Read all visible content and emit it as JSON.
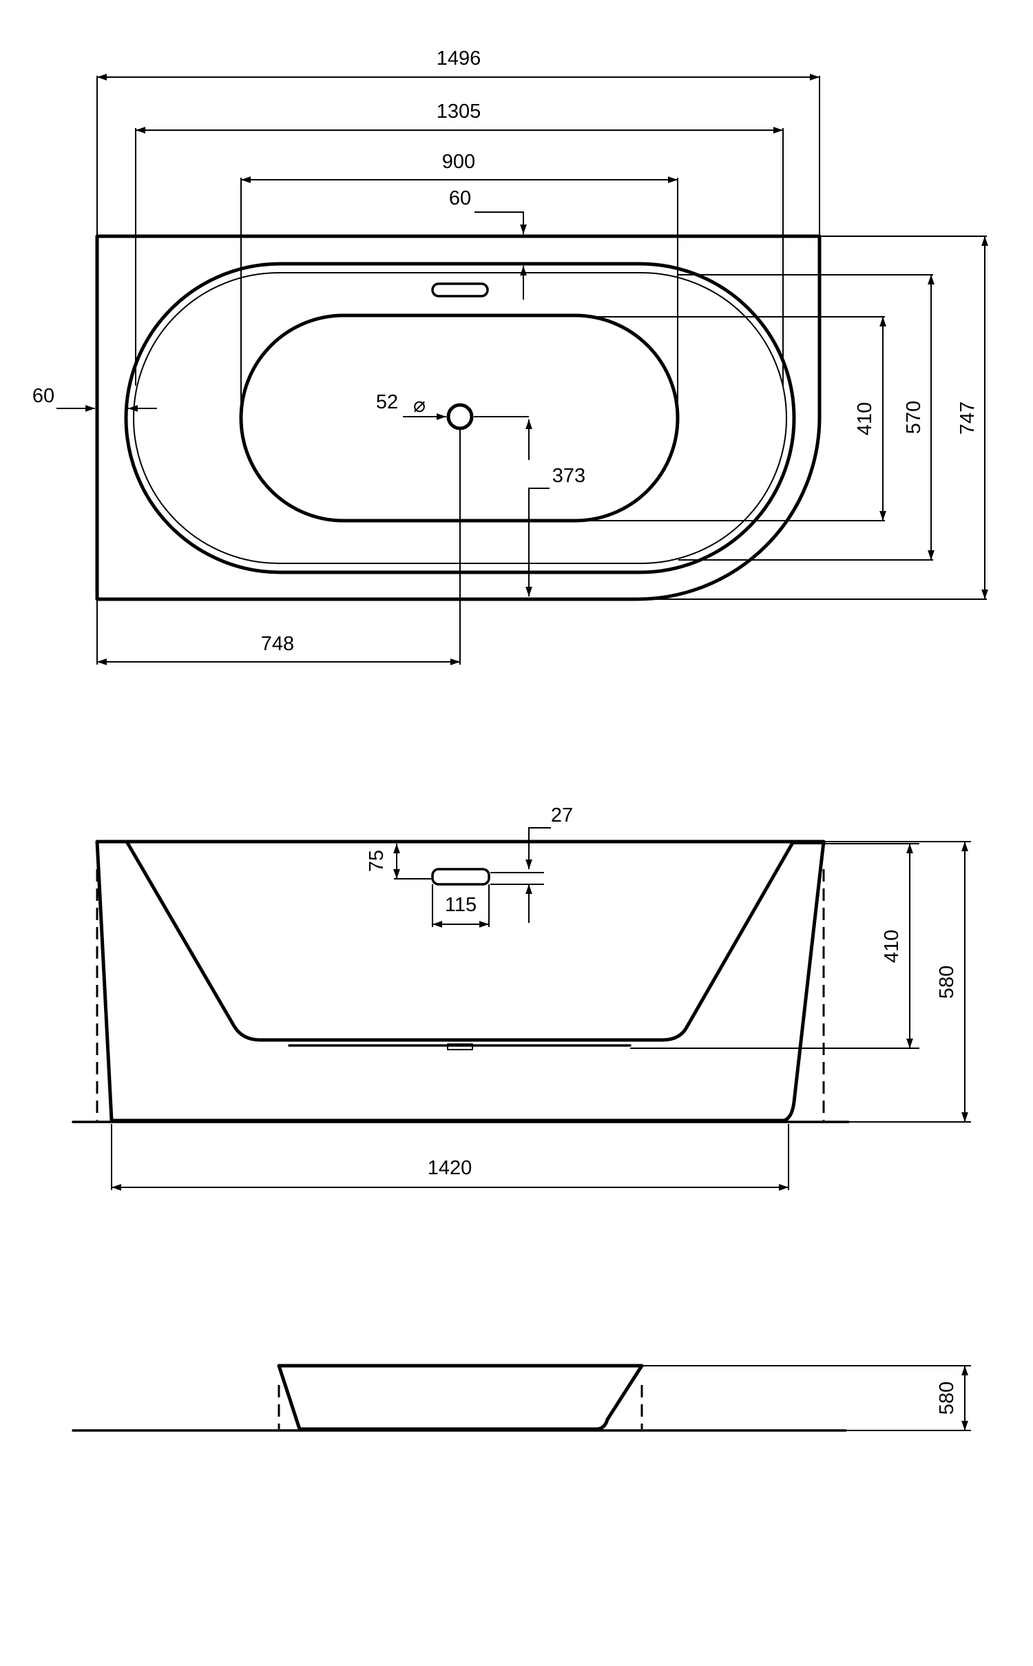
{
  "top_view": {
    "overall_length": "1496",
    "inner_rim_length": "1305",
    "basin_bottom_length": "900",
    "back_edge_offset": "60",
    "side_edge_offset": "60",
    "drain_diameter": "52",
    "diameter_symbol": "⌀",
    "drain_to_wall": "373",
    "drain_from_left": "748",
    "basin_bottom_width": "410",
    "inner_rim_width": "570",
    "overall_width": "747"
  },
  "front_view": {
    "overflow_offset": "27",
    "overflow_height": "75",
    "overflow_width": "115",
    "inner_depth": "410",
    "overall_height": "580",
    "base_length": "1420"
  },
  "side_view": {
    "overall_height": "580"
  }
}
